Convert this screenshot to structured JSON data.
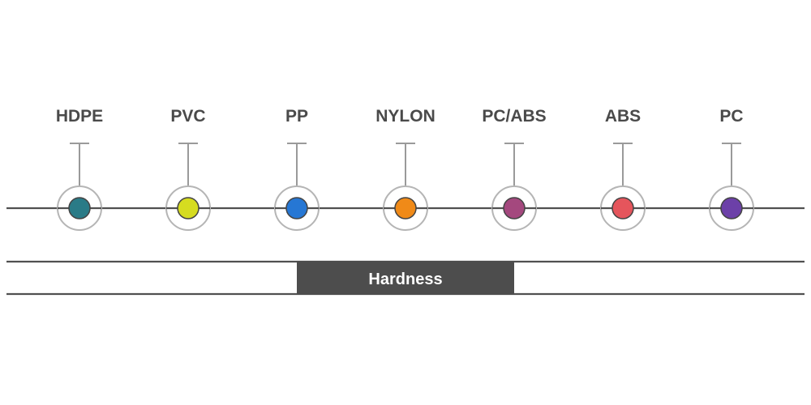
{
  "materials": [
    {
      "label": "HDPE",
      "color": "#2a7b87"
    },
    {
      "label": "PVC",
      "color": "#d6dc20"
    },
    {
      "label": "PP",
      "color": "#2677d4"
    },
    {
      "label": "NYLON",
      "color": "#f08a18"
    },
    {
      "label": "PC/ABS",
      "color": "#a4487e"
    },
    {
      "label": "ABS",
      "color": "#e5555c"
    },
    {
      "label": "PC",
      "color": "#6c40a8"
    }
  ],
  "scale": {
    "label": "Hardness",
    "band_color": "#4d4d4d"
  },
  "colors": {
    "line": "#505050",
    "stem": "#9a9a9a",
    "ring": "#b5b5b5",
    "label_text": "#4a4a4a"
  }
}
